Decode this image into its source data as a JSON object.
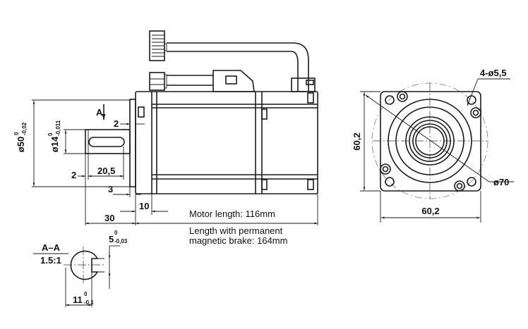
{
  "drawing": {
    "title": "Servo motor dimension drawing",
    "notes": {
      "motor_length": "Motor length: 116mm",
      "brake_length_line1": "Length with permanent",
      "brake_length_line2": "magnetic brake: 164mm"
    },
    "side_view": {
      "flange_diameter": {
        "main": "ø50",
        "upper_tol": "0",
        "lower_tol": "-0,02"
      },
      "shaft_diameter": {
        "main": "ø14",
        "upper_tol": "0",
        "lower_tol": "-0,011"
      },
      "section_marker": "A",
      "dims": {
        "flange_step_top": "2",
        "shaft_chamfer": "2",
        "key_length": "20,5",
        "flange_step_bottom": "3",
        "flange_thickness": "10",
        "shaft_length": "30"
      }
    },
    "section_view": {
      "label": "A–A",
      "scale": "1.5:1",
      "key_width": {
        "main": "5",
        "upper_tol": "0",
        "lower_tol": "-0,03"
      },
      "key_depth": {
        "main": "11",
        "upper_tol": "0",
        "lower_tol": "-0,1"
      }
    },
    "front_view": {
      "holes": "4-ø5,5",
      "pcd": "ø70",
      "height": "60,2",
      "width": "60,2"
    }
  }
}
